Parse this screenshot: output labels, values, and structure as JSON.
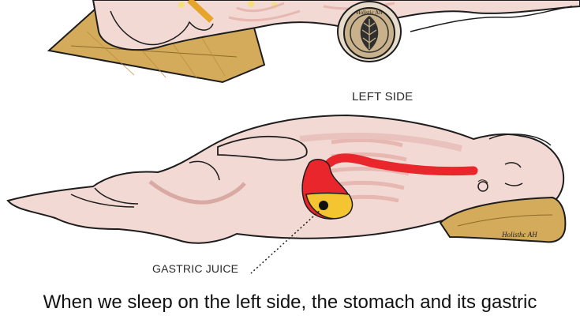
{
  "labels": {
    "left_side": "LEFT SIDE",
    "gastric_juice": "GASTRIC JUICE",
    "logo_top": "Holistic Aft",
    "pillow_logo": "Holisthc AH"
  },
  "caption": "When we sleep on the left side, the stomach and its gastric",
  "colors": {
    "skin": "#f3d9d4",
    "outline": "#1d1d1d",
    "pillow": "#d4ab5a",
    "stomach_red": "#e8262b",
    "gastric_yellow": "#f4c531",
    "logo_ring": "#c8b18b",
    "logo_leaf": "#2f2f2f"
  },
  "icons": [
    "leaf-logo-icon",
    "pillow-icon",
    "stomach-icon",
    "esophagus-icon"
  ]
}
